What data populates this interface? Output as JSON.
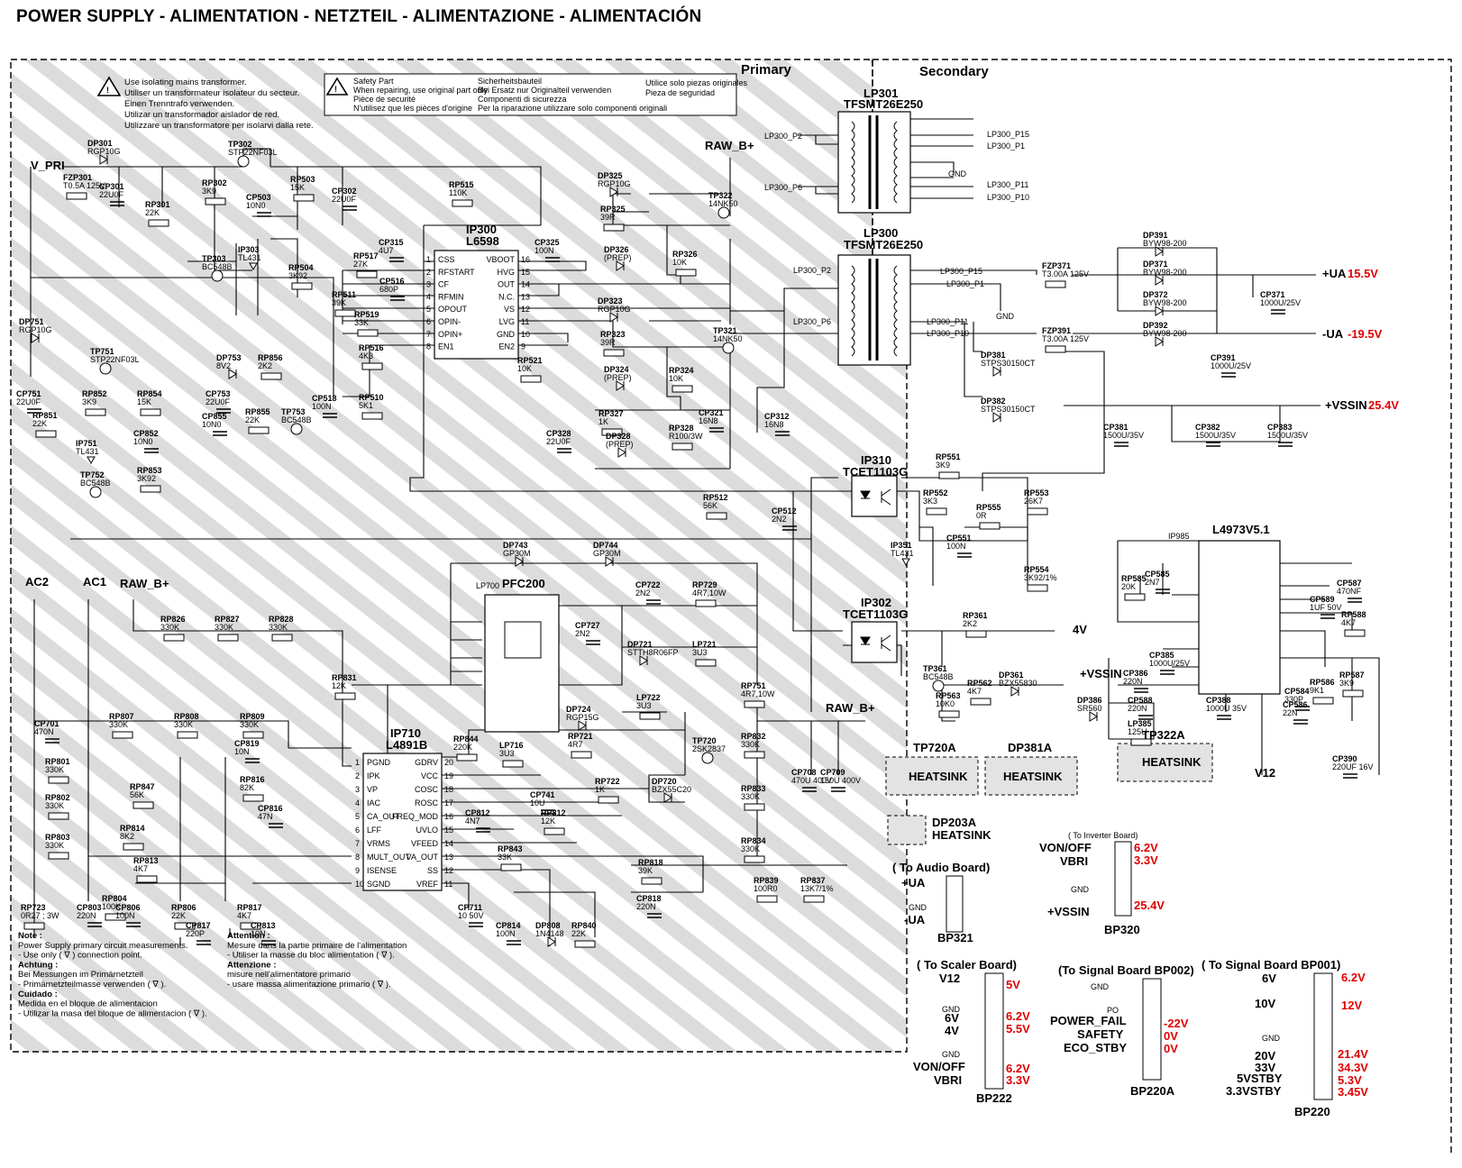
{
  "title": "POWER SUPPLY  -  ALIMENTATION - NETZTEIL - ALIMENTAZIONE -  ALIMENTACIÓN",
  "sections": {
    "primary": "Primary",
    "secondary": "Secondary"
  },
  "warning_isolate": [
    "Use isolating mains transformer.",
    "Utiliser un transformateur isolateur du secteur.",
    "Einen Trenntrafo verwenden.",
    "Utilizar un transformador aislador de red.",
    "Utilizzare un transformatore per isolarvi dalla rete."
  ],
  "safety_box": {
    "col1": [
      "Safety Part",
      "When repairing, use original part only",
      "Pièce de securité",
      "N'utilisez que les pièces d'origine"
    ],
    "col2": [
      "Sicherheitsbauteil",
      "Bei Ersatz nur Originalteil verwenden",
      "Componenti di sicurezza",
      "Per la riparazione utilizzare solo componenti originali"
    ],
    "col3": [
      "Utilice solo piezas originales",
      "Pieza de seguridad"
    ]
  },
  "nets": {
    "v_pri": "V_PRI",
    "raw_b": "RAW_B+",
    "ac1": "AC1",
    "ac2": "AC2",
    "ua_pos": "+UA",
    "ua_neg": "-UA",
    "vssin": "+VSSIN",
    "v4": "4V",
    "v12": "V12",
    "vssin2": "+VSSIN"
  },
  "measure": {
    "ua_pos": "15.5V",
    "ua_neg": "-19.5V",
    "vssin": "25.4V"
  },
  "ics": {
    "ip300": {
      "ref": "IP300",
      "part": "L6598",
      "left_pins": [
        [
          "1",
          "CSS"
        ],
        [
          "2",
          "RFSTART"
        ],
        [
          "3",
          "CF"
        ],
        [
          "4",
          "RFMIN"
        ],
        [
          "5",
          "OPOUT"
        ],
        [
          "6",
          "OPIN-"
        ],
        [
          "7",
          "OPIN+"
        ],
        [
          "8",
          "EN1"
        ]
      ],
      "right_pins": [
        [
          "16",
          "VBOOT"
        ],
        [
          "15",
          "HVG"
        ],
        [
          "14",
          "OUT"
        ],
        [
          "13",
          "N.C."
        ],
        [
          "12",
          "VS"
        ],
        [
          "11",
          "LVG"
        ],
        [
          "10",
          "GND"
        ],
        [
          "9",
          "EN2"
        ]
      ]
    },
    "ip710": {
      "ref": "IP710",
      "part": "L4891B",
      "left_pins": [
        [
          "1",
          "PGND"
        ],
        [
          "2",
          "IPK"
        ],
        [
          "3",
          "VP"
        ],
        [
          "4",
          "IAC"
        ],
        [
          "5",
          "CA_OUT"
        ],
        [
          "6",
          "LFF"
        ],
        [
          "7",
          "VRMS"
        ],
        [
          "8",
          "MULT_OUT"
        ],
        [
          "9",
          "ISENSE"
        ],
        [
          "10",
          "SGND"
        ]
      ],
      "right_pins": [
        [
          "20",
          "GDRV"
        ],
        [
          "19",
          "VCC"
        ],
        [
          "18",
          "COSC"
        ],
        [
          "17",
          "ROSC"
        ],
        [
          "16",
          "FREQ_MOD"
        ],
        [
          "15",
          "UVLO"
        ],
        [
          "14",
          "VFEED"
        ],
        [
          "13",
          "VA_OUT"
        ],
        [
          "12",
          "SS"
        ],
        [
          "11",
          "VREF"
        ]
      ]
    },
    "lp301": {
      "ref": "LP301",
      "part": "TFSMT26E250"
    },
    "lp300": {
      "ref": "LP300",
      "part": "TFSMT26E250"
    },
    "pfc": {
      "ref": "PFC200",
      "net": "LP700"
    },
    "ip310": {
      "ref": "IP310",
      "part": "TCET1103G"
    },
    "ip302": {
      "ref": "IP302",
      "part": "TCET1103G"
    },
    "l4973": {
      "ref": "L4973V5.1",
      "net": "IP985"
    }
  },
  "heatsinks": [
    "TP720A",
    "DP381A",
    "TP322A",
    "DP203A"
  ],
  "heatsink_label": "HEATSINK",
  "connectors": {
    "bp321": {
      "ref": "BP321",
      "title": "( To Audio Board)",
      "pins": [
        "+UA",
        "GND",
        "-UA"
      ]
    },
    "bp320": {
      "ref": "BP320",
      "title": "( To Inverter Board)",
      "pins": [
        "VON/OFF",
        "VBRI",
        "GND",
        "+VSSIN"
      ],
      "values": [
        "6.2V",
        "3.3V",
        "25.4V"
      ]
    },
    "bp222": {
      "ref": "BP222",
      "title": "( To Scaler Board)",
      "pins": [
        "V12",
        "GND",
        "6V",
        "4V",
        "GND",
        "VON/OFF",
        "VBRI"
      ],
      "values": [
        "5V",
        "6.2V",
        "5.5V",
        "6.2V",
        "3.3V"
      ]
    },
    "bp220a": {
      "ref": "BP220A",
      "title": "(To Signal Board BP002)",
      "pins": [
        "GND",
        "PO",
        "POWER_FAIL",
        "SAFETY",
        "ECO_STBY"
      ],
      "values": [
        "-22V",
        "0V",
        "0V"
      ]
    },
    "bp220": {
      "ref": "BP220",
      "title": "( To Signal Board BP001)",
      "pins": [
        "6V",
        "10V",
        "GND",
        "20V",
        "33V",
        "5VSTBY",
        "3.3VSTBY"
      ],
      "values": [
        "6.2V",
        "12V",
        "21.4V",
        "34.3V",
        "5.3V",
        "3.45V"
      ]
    }
  },
  "notes": {
    "col1": [
      [
        "Note :",
        true
      ],
      [
        "Power Supply primary circuit measurements.",
        false
      ],
      [
        "- Use only  ( ∇ ) connection point.",
        false
      ],
      [
        "Achtung :",
        true
      ],
      [
        "Bei Messungen im Primärnetzteil",
        false
      ],
      [
        "- Primärnetzteilmasse verwenden (  ∇  ).",
        false
      ],
      [
        "Cuidado :",
        true
      ],
      [
        "Medida en el bloque de alimentacion",
        false
      ],
      [
        "- Utilizar la masa del bloque de alimentacion ( ∇ ).",
        false
      ]
    ],
    "col2": [
      [
        "Attention :",
        true
      ],
      [
        "Mesure dans la partie primaire de l'alimentation",
        false
      ],
      [
        "- Utiliser la masse du bloc alimentation (  ∇  ).",
        false
      ],
      [
        "Attenzione :",
        true
      ],
      [
        "misure nell'alimentatore primario",
        false
      ],
      [
        "- usare massa alimentazione primario (  ∇  ).",
        false
      ]
    ]
  },
  "components": [
    [
      "DP301",
      "RGP10G",
      119,
      162
    ],
    [
      "FZP301",
      "T0.5A 125V",
      92,
      200
    ],
    [
      "CP301",
      "22U0F",
      132,
      210
    ],
    [
      "RP301",
      "22K",
      183,
      230
    ],
    [
      "RP302",
      "3K9",
      246,
      206
    ],
    [
      "TP302",
      "STP22NF03L",
      275,
      163
    ],
    [
      "CP503",
      "10N0",
      295,
      222
    ],
    [
      "RP503",
      "15K",
      344,
      202
    ],
    [
      "CP302",
      "22U0F",
      390,
      215
    ],
    [
      "IP303",
      "TL431",
      286,
      280
    ],
    [
      "TP303",
      "BC548B",
      246,
      290
    ],
    [
      "RP504",
      "3K92",
      342,
      300
    ],
    [
      "RP515",
      "110K",
      520,
      208
    ],
    [
      "RP517",
      "27K",
      414,
      287
    ],
    [
      "CP315",
      "4U7",
      442,
      272
    ],
    [
      "RP511",
      "39K",
      390,
      330
    ],
    [
      "CP516",
      "680P",
      443,
      315
    ],
    [
      "RP519",
      "33K",
      415,
      352
    ],
    [
      "RP516",
      "4K3",
      420,
      389
    ],
    [
      "RP510",
      "5K1",
      420,
      444
    ],
    [
      "CP325",
      "100N",
      615,
      272
    ],
    [
      "RP521",
      "10K",
      596,
      403
    ],
    [
      "DP325",
      "RGP10G",
      685,
      198
    ],
    [
      "RP325",
      "39R",
      688,
      235
    ],
    [
      "DP326",
      "(PREP)",
      692,
      280
    ],
    [
      "RP326",
      "10K",
      768,
      285
    ],
    [
      "TP322",
      "14NK50",
      808,
      220
    ],
    [
      "DP323",
      "RGP10G",
      685,
      337
    ],
    [
      "RP323",
      "39R",
      688,
      374
    ],
    [
      "DP324",
      "(PREP)",
      692,
      413
    ],
    [
      "RP324",
      "10K",
      764,
      414
    ],
    [
      "TP321",
      "14NK50",
      813,
      370
    ],
    [
      "CP328",
      "22U0F",
      628,
      484
    ],
    [
      "RP327",
      "1K",
      686,
      462
    ],
    [
      "DP328",
      "(PREP)",
      694,
      487
    ],
    [
      "RP328",
      "R100/3W",
      764,
      478
    ],
    [
      "CP321",
      "16N8",
      797,
      461
    ],
    [
      "CP312",
      "16N8",
      870,
      465
    ],
    [
      "DP751",
      "RGP10G",
      43,
      360
    ],
    [
      "CP751",
      "22U0F",
      40,
      440
    ],
    [
      "TP751",
      "STP22NF03L",
      122,
      393
    ],
    [
      "RP852",
      "3K9",
      113,
      440
    ],
    [
      "RP851",
      "22K",
      58,
      464
    ],
    [
      "IP751",
      "TL431",
      106,
      495
    ],
    [
      "TP752",
      "BC548B",
      111,
      530
    ],
    [
      "CP852",
      "10N0",
      170,
      484
    ],
    [
      "RP854",
      "15K",
      174,
      440
    ],
    [
      "RP853",
      "3K92",
      174,
      525
    ],
    [
      "DP753",
      "8V2",
      262,
      400
    ],
    [
      "RP856",
      "2K2",
      308,
      400
    ],
    [
      "CP753",
      "22U0F",
      250,
      440
    ],
    [
      "CP855",
      "10N0",
      246,
      465
    ],
    [
      "RP855",
      "22K",
      294,
      460
    ],
    [
      "TP753",
      "BC548B",
      334,
      460
    ],
    [
      "CP518",
      "100N",
      368,
      445
    ],
    [
      "RP512",
      "56K",
      802,
      555
    ],
    [
      "CP512",
      "2N2",
      878,
      570
    ],
    [
      "RP552",
      "3K3",
      1046,
      550
    ],
    [
      "RP551",
      "3K9",
      1060,
      510
    ],
    [
      "RP553",
      "26K7",
      1158,
      550
    ],
    [
      "RP555",
      "0R",
      1105,
      566
    ],
    [
      "CP551",
      "100N",
      1072,
      600
    ],
    [
      "IP351",
      "TL431",
      1010,
      608
    ],
    [
      "RP554",
      "3K92/1%",
      1158,
      635
    ],
    [
      "RP361",
      "2K2",
      1090,
      686
    ],
    [
      "TP361",
      "BC548B",
      1046,
      745
    ],
    [
      "RP562",
      "4K7",
      1095,
      761
    ],
    [
      "DP361",
      "BZX55830",
      1130,
      752
    ],
    [
      "RP563",
      "10K0",
      1060,
      775
    ],
    [
      "FZP371",
      "T3.00A 125V",
      1178,
      298
    ],
    [
      "FZP391",
      "T3.00A 125V",
      1178,
      370
    ],
    [
      "DP391",
      "BYW98-200",
      1290,
      264
    ],
    [
      "DP371",
      "BYW98-200",
      1290,
      296
    ],
    [
      "DP372",
      "BYW98-200",
      1290,
      330
    ],
    [
      "DP392",
      "BYW98-200",
      1290,
      364
    ],
    [
      "CP371",
      "1000U/25V",
      1420,
      330
    ],
    [
      "CP391",
      "1000U/25V",
      1365,
      400
    ],
    [
      "DP381",
      "STPS30150CT",
      1110,
      397
    ],
    [
      "DP382",
      "STPS30150CT",
      1110,
      448
    ],
    [
      "CP381",
      "1500U/35V",
      1246,
      477
    ],
    [
      "CP382",
      "1500U/35V",
      1348,
      477
    ],
    [
      "CP383",
      "1500U/35V",
      1428,
      477
    ],
    [
      "CP701",
      "470N",
      60,
      806
    ],
    [
      "RP801",
      "330K",
      72,
      848
    ],
    [
      "RP802",
      "330K",
      72,
      888
    ],
    [
      "RP803",
      "330K",
      72,
      932
    ],
    [
      "RP807",
      "330K",
      143,
      798
    ],
    [
      "RP808",
      "330K",
      215,
      798
    ],
    [
      "RP809",
      "330K",
      288,
      798
    ],
    [
      "RP826",
      "330K",
      200,
      690
    ],
    [
      "RP827",
      "330K",
      260,
      690
    ],
    [
      "RP828",
      "330K",
      320,
      690
    ],
    [
      "RP831",
      "12K",
      390,
      755
    ],
    [
      "CP819",
      "10N",
      282,
      828
    ],
    [
      "RP816",
      "82K",
      288,
      868
    ],
    [
      "CP816",
      "47N",
      308,
      900
    ],
    [
      "RP847",
      "56K",
      166,
      876
    ],
    [
      "RP814",
      "8K2",
      155,
      922
    ],
    [
      "RP813",
      "4K7",
      170,
      958
    ],
    [
      "RP804",
      "100K",
      135,
      1000
    ],
    [
      "CP803",
      "220N",
      107,
      1010
    ],
    [
      "CP806",
      "100N",
      150,
      1010
    ],
    [
      "RP806",
      "22K",
      212,
      1010
    ],
    [
      "CP817",
      "220P",
      228,
      1030
    ],
    [
      "RP817",
      "4K7",
      285,
      1010
    ],
    [
      "CP813",
      "10N",
      300,
      1030
    ],
    [
      "RP723",
      "0R27 ; 3W",
      45,
      1010
    ],
    [
      "RP844",
      "220K",
      525,
      823
    ],
    [
      "CP812",
      "4N7",
      538,
      905
    ],
    [
      "CP741",
      "10U",
      610,
      885
    ],
    [
      "RP812",
      "12K",
      622,
      905
    ],
    [
      "RP843",
      "33K",
      574,
      945
    ],
    [
      "CP711",
      "10 50V",
      530,
      1010
    ],
    [
      "CP814",
      "100N",
      572,
      1030
    ],
    [
      "DP808",
      "1N4148",
      616,
      1030
    ],
    [
      "RP840",
      "22K",
      656,
      1030
    ],
    [
      "RP818",
      "39K",
      730,
      960
    ],
    [
      "CP818",
      "220N",
      728,
      1000
    ],
    [
      "RP839",
      "100R0",
      858,
      980
    ],
    [
      "RP837",
      "13K7/1%",
      910,
      980
    ],
    [
      "RP834",
      "330K",
      844,
      936
    ],
    [
      "RP833",
      "330K",
      844,
      878
    ],
    [
      "RP832",
      "330K",
      844,
      820
    ],
    [
      "RP751",
      "4R7,10W",
      844,
      764
    ],
    [
      "CP708",
      "470U 400V",
      900,
      860
    ],
    [
      "CP709",
      "150U 400V",
      932,
      860
    ],
    [
      "DP743",
      "GP30M",
      580,
      608
    ],
    [
      "DP744",
      "GP30M",
      680,
      608
    ],
    [
      "CP722",
      "2N2",
      727,
      652
    ],
    [
      "RP729",
      "4R7,10W",
      790,
      652
    ],
    [
      "CP727",
      "2N2",
      660,
      697
    ],
    [
      "DP721",
      "STTH8R06FP",
      718,
      718
    ],
    [
      "LP721",
      "3U3",
      790,
      718
    ],
    [
      "LP722",
      "3U3",
      728,
      777
    ],
    [
      "DP724",
      "RGP15G",
      650,
      790
    ],
    [
      "RP721",
      "4R7",
      652,
      820
    ],
    [
      "LP716",
      "3U3",
      576,
      830
    ],
    [
      "TP720",
      "2SK2837",
      790,
      825
    ],
    [
      "RP722",
      "1K",
      682,
      870
    ],
    [
      "DP720",
      "BZX55C20",
      745,
      870
    ],
    [
      "CP589",
      "1UF 50V",
      1475,
      668
    ],
    [
      "CP587",
      "470NF",
      1505,
      650
    ],
    [
      "RP588",
      "4K7",
      1510,
      685
    ],
    [
      "RP585",
      "20K",
      1266,
      645
    ],
    [
      "CP585",
      "2N7",
      1292,
      640
    ],
    [
      "CP386",
      "220N",
      1268,
      750
    ],
    [
      "CP385",
      "1000U/25V",
      1297,
      730
    ],
    [
      "RP586",
      "9K1",
      1475,
      760
    ],
    [
      "CP584",
      "330P",
      1447,
      770
    ],
    [
      "CP586",
      "22N",
      1445,
      785
    ],
    [
      "RP587",
      "3K9",
      1508,
      752
    ],
    [
      "CP588",
      "220N",
      1273,
      780
    ],
    [
      "LP385",
      "125U",
      1273,
      806
    ],
    [
      "DP386",
      "SR560",
      1217,
      780
    ],
    [
      "CP388",
      "1000U 35V",
      1360,
      780
    ],
    [
      "CP390",
      "220UF 16V",
      1500,
      845
    ]
  ]
}
